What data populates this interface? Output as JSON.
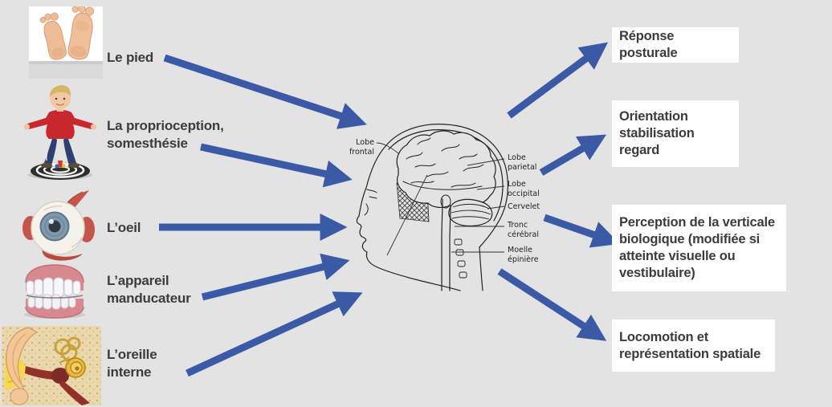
{
  "colors": {
    "background": "#e3e3e3",
    "arrow_blue": "#3b5aa5",
    "box_background": "#ffffff",
    "label_text": "#3c3c3c"
  },
  "inputs": [
    {
      "label": "Le pied",
      "image": "feet-photo"
    },
    {
      "label": "La proprioception,\nsomesthésie",
      "image": "balance-board-child-photo"
    },
    {
      "label": "L’oeil",
      "image": "eye-anatomy-photo"
    },
    {
      "label": "L’appareil\nmanducateur",
      "image": "denture-photo"
    },
    {
      "label": "L’oreille\ninterne",
      "image": "inner-ear-anatomy-photo"
    }
  ],
  "brain": {
    "image": "head-brain-line-drawing",
    "labels": {
      "frontal": "Lobe\nfrontal",
      "parietal": "Lobe\nparietal",
      "occipital": "Lobe\noccipital",
      "cervelet": "Cervelet",
      "tronc": "Tronc\ncérébral",
      "moelle": "Moelle\népinière"
    }
  },
  "outputs": [
    {
      "label": "Réponse posturale"
    },
    {
      "label": "Orientation\nstabilisation\nregard"
    },
    {
      "label": "Perception de la verticale\nbiologique (modifiée si\natteinte visuelle ou\nvestibulaire)"
    },
    {
      "label": "Locomotion et\nreprésentation spatiale"
    }
  ]
}
